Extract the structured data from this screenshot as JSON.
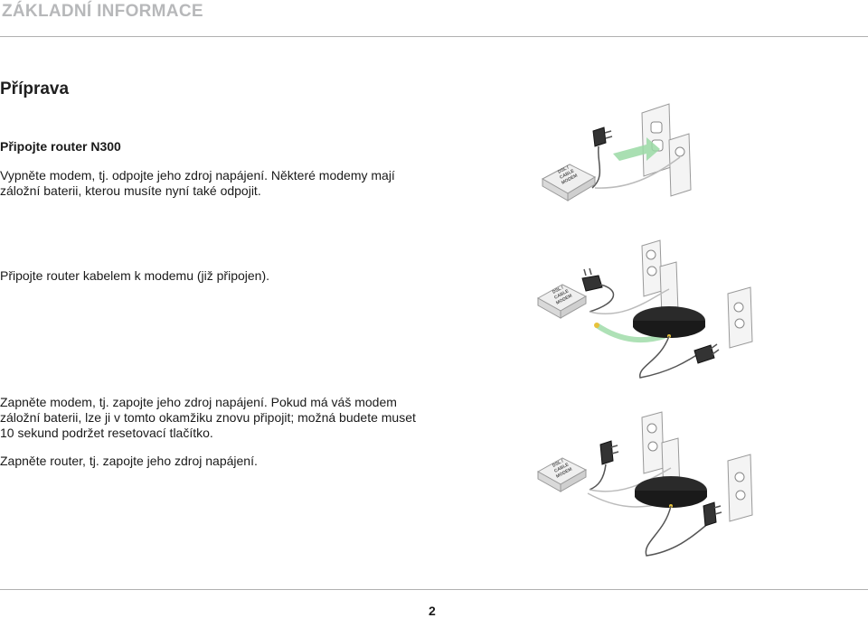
{
  "header": {
    "title": "ZÁKLADNÍ INFORMACE"
  },
  "section": {
    "title": "Příprava"
  },
  "subheading": "Připojte router N300",
  "paragraphs": [
    "Vypněte modem, tj. odpojte jeho zdroj napájení. Některé modemy mají záložní baterii, kterou musíte nyní také odpojit.",
    "Připojte router kabelem k modemu (již připojen).",
    "Zapněte modem, tj. zapojte jeho zdroj napájení. Pokud má váš modem záložní baterii, lze ji v tomto okamžiku znovu připojit; možná budete muset 10 sekund podržet resetovací tlačítko.",
    "Zapněte router, tj. zapojte jeho zdroj napájení."
  ],
  "modem_label": [
    "DSL /",
    "CABLE",
    "MODEM"
  ],
  "footer": {
    "page_number": "2"
  }
}
